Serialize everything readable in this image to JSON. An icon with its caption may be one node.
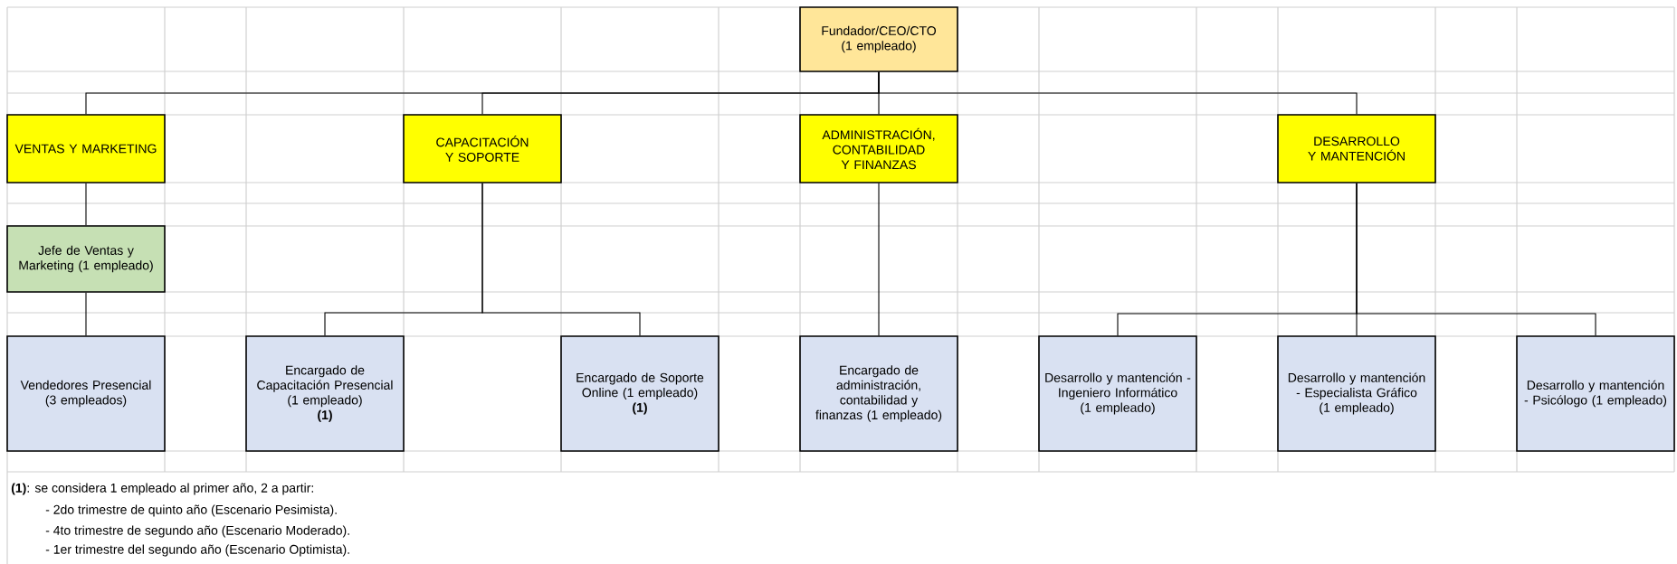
{
  "diagram": {
    "nodes": [
      {
        "text": [
          "Fundador/CEO/CTO (1 empleado)"
        ]
      },
      {
        "text": [
          "VENTAS Y MARKETING"
        ]
      },
      {
        "text": [
          "CAPACITACIÓN Y SOPORTE"
        ]
      },
      {
        "text": [
          "ADMINISTRACIÓN, CONTABILIDAD Y FINANZAS"
        ]
      },
      {
        "text": [
          "DESARROLLO Y MANTENCIÓN"
        ]
      },
      {
        "text": [
          "Jefe de Ventas y Marketing (1 empleado)"
        ]
      },
      {
        "text": [
          "Vendedores Presencial (3 empleados)"
        ]
      },
      {
        "text": [
          "Encargado de Capacitación Presencial (1 empleado)",
          "(1)"
        ]
      },
      {
        "text": [
          "Encargado de Soporte Online (1 empleado)",
          "(1)"
        ]
      },
      {
        "text": [
          "Encargado de administración, contabilidad y finanzas (1 empleado)"
        ]
      },
      {
        "text": [
          "Desarrollo y mantención - Ingeniero Informático (1 empleado)"
        ]
      },
      {
        "text": [
          "Desarrollo y mantención - Especialista Gráfico (1 empleado)"
        ]
      },
      {
        "text": [
          "Desarrollo y mantención - Psicólogo (1 empleado)"
        ]
      }
    ],
    "edges": [
      {
        "from": 0,
        "to": 1,
        "arrow": "none"
      },
      {
        "from": 0,
        "to": 2,
        "arrow": "none"
      },
      {
        "from": 0,
        "to": 3,
        "arrow": "none"
      },
      {
        "from": 0,
        "to": 4,
        "arrow": "none"
      },
      {
        "from": 1,
        "to": 5,
        "arrow": "none"
      },
      {
        "from": 5,
        "to": 6,
        "arrow": "none"
      },
      {
        "from": 2,
        "to": 7,
        "arrow": "none"
      },
      {
        "from": 2,
        "to": 8,
        "arrow": "none"
      },
      {
        "from": 3,
        "to": 9,
        "arrow": "none"
      },
      {
        "from": 4,
        "to": 10,
        "arrow": "none"
      },
      {
        "from": 4,
        "to": 11,
        "arrow": "none"
      },
      {
        "from": 4,
        "to": 12,
        "arrow": "none"
      }
    ],
    "labels": [
      "**(1)**: se considera 1 empleado al primer año,  2 a partir:",
      "- 2do trimestre de quinto año (Escenario Pesimista).",
      "- 4to trimestre de segundo año (Escenario Moderado).",
      "- 1er trimestre del segundo año (Escenario Optimista)."
    ]
  }
}
